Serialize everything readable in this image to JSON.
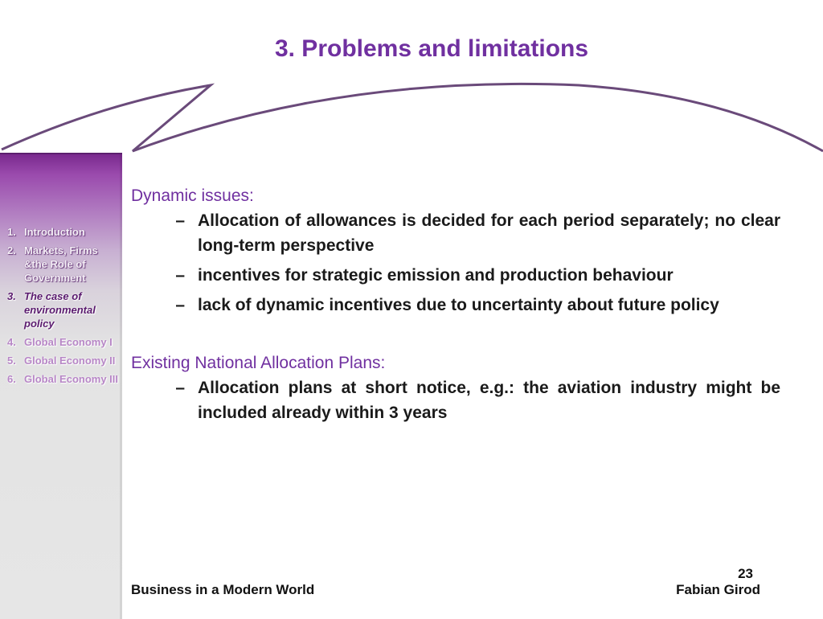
{
  "slide": {
    "title": "3. Problems and limitations"
  },
  "sidebar": {
    "items": [
      {
        "num": "1.",
        "label": "Introduction"
      },
      {
        "num": "2.",
        "label": "Markets, Firms &the Role of Government"
      },
      {
        "num": "3.",
        "label": "The case of environmental policy"
      },
      {
        "num": "4.",
        "label": "Global Economy I"
      },
      {
        "num": "5.",
        "label": "Global Economy II"
      },
      {
        "num": "6.",
        "label": "Global Economy III"
      }
    ]
  },
  "content": {
    "dynamic": {
      "heading": "Dynamic issues:",
      "bullets": [
        {
          "dash": "–",
          "text": "Allocation of allowances is decided for each period separately; no clear long-term perspective"
        },
        {
          "dash": "–",
          "text": "incentives for strategic emission and production behaviour"
        },
        {
          "dash": "–",
          "text": "lack of dynamic incentives due to uncertainty about future policy"
        }
      ]
    },
    "existing": {
      "heading": "Existing National Allocation Plans:",
      "bullets": [
        {
          "dash": "–",
          "text": "Allocation plans at short notice, e.g.: the aviation industry might be included already within 3 years"
        }
      ]
    }
  },
  "footer": {
    "course": "Business in a Modern World",
    "author": "Fabian Girod",
    "page": "23"
  },
  "colors": {
    "accent": "#7030a0",
    "sidebar_top": "#7a2a8e",
    "sidebar_bottom": "#e6e6e6"
  }
}
